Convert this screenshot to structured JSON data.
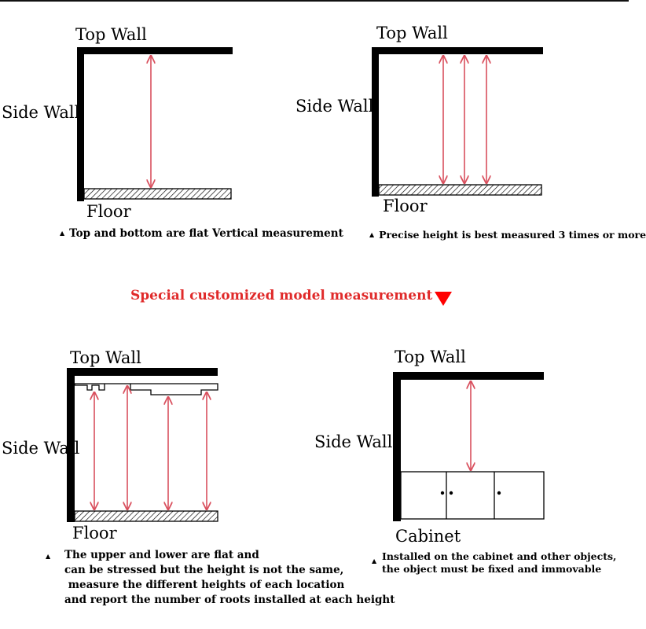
{
  "panels": [
    {
      "top_wall": "Top Wall",
      "side_wall": "Side Wall",
      "floor": "Floor",
      "caption": "Top and bottom are flat Vertical measurement"
    },
    {
      "top_wall": "Top Wall",
      "side_wall": "Side Wall",
      "floor": "Floor",
      "caption": "Precise height is best measured 3 times or more"
    },
    {
      "top_wall": "Top Wall",
      "side_wall": "Side Wall",
      "floor": "Floor",
      "caption_lines": [
        "The upper and lower are flat and",
        "can be stressed but the height is not the same,",
        " measure the different heights of each location",
        "and report the number of roots installed at each height"
      ]
    },
    {
      "top_wall": "Top Wall",
      "side_wall": "Side Wall",
      "cabinet": "Cabinet",
      "caption_lines": [
        "Installed on the cabinet and other objects,",
        "the object must be fixed and immovable"
      ]
    }
  ],
  "special_heading": "Special customized model measurement",
  "colors": {
    "arrow": "#d9505e",
    "heading": "#e02a2a",
    "triangle": "#ff0000",
    "wall": "#000000"
  },
  "icons": {
    "bullet": "small-triangle-up",
    "heading_marker": "red-triangle-down"
  }
}
